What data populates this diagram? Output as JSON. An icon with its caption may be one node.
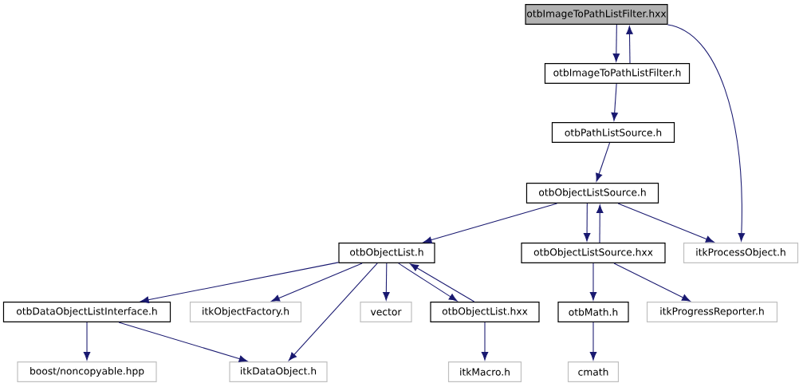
{
  "diagram": {
    "nodes": [
      {
        "text": [
          "otbImageToPathListFilter.hxx"
        ]
      },
      {
        "text": [
          "otbImageToPathListFilter.h"
        ]
      },
      {
        "text": [
          "otbPathListSource.h"
        ]
      },
      {
        "text": [
          "otbObjectListSource.h"
        ]
      },
      {
        "text": [
          "otbObjectList.h"
        ]
      },
      {
        "text": [
          "otbObjectListSource.hxx"
        ]
      },
      {
        "text": [
          "itkProcessObject.h"
        ]
      },
      {
        "text": [
          "otbDataObjectListInterface.h"
        ]
      },
      {
        "text": [
          "itkObjectFactory.h"
        ]
      },
      {
        "text": [
          "vector"
        ]
      },
      {
        "text": [
          "otbObjectList.hxx"
        ]
      },
      {
        "text": [
          "otbMath.h"
        ]
      },
      {
        "text": [
          "itkProgressReporter.h"
        ]
      },
      {
        "text": [
          "boost/noncopyable.hpp"
        ]
      },
      {
        "text": [
          "itkDataObject.h"
        ]
      },
      {
        "text": [
          "itkMacro.h"
        ]
      },
      {
        "text": [
          "cmath"
        ]
      }
    ],
    "edges": [
      {
        "from": 0,
        "to": 1,
        "arrow": "to"
      },
      {
        "from": 1,
        "to": 0,
        "arrow": "to"
      },
      {
        "from": 0,
        "to": 6,
        "arrow": "to"
      },
      {
        "from": 1,
        "to": 2,
        "arrow": "to"
      },
      {
        "from": 2,
        "to": 3,
        "arrow": "to"
      },
      {
        "from": 3,
        "to": 4,
        "arrow": "to"
      },
      {
        "from": 3,
        "to": 5,
        "arrow": "to"
      },
      {
        "from": 5,
        "to": 3,
        "arrow": "to"
      },
      {
        "from": 3,
        "to": 6,
        "arrow": "to"
      },
      {
        "from": 4,
        "to": 7,
        "arrow": "to"
      },
      {
        "from": 4,
        "to": 8,
        "arrow": "to"
      },
      {
        "from": 4,
        "to": 14,
        "arrow": "to"
      },
      {
        "from": 4,
        "to": 9,
        "arrow": "to"
      },
      {
        "from": 4,
        "to": 10,
        "arrow": "to"
      },
      {
        "from": 10,
        "to": 4,
        "arrow": "to"
      },
      {
        "from": 5,
        "to": 11,
        "arrow": "to"
      },
      {
        "from": 5,
        "to": 12,
        "arrow": "to"
      },
      {
        "from": 7,
        "to": 13,
        "arrow": "to"
      },
      {
        "from": 7,
        "to": 14,
        "arrow": "to"
      },
      {
        "from": 10,
        "to": 15,
        "arrow": "to"
      },
      {
        "from": 11,
        "to": 16,
        "arrow": "to"
      }
    ]
  }
}
